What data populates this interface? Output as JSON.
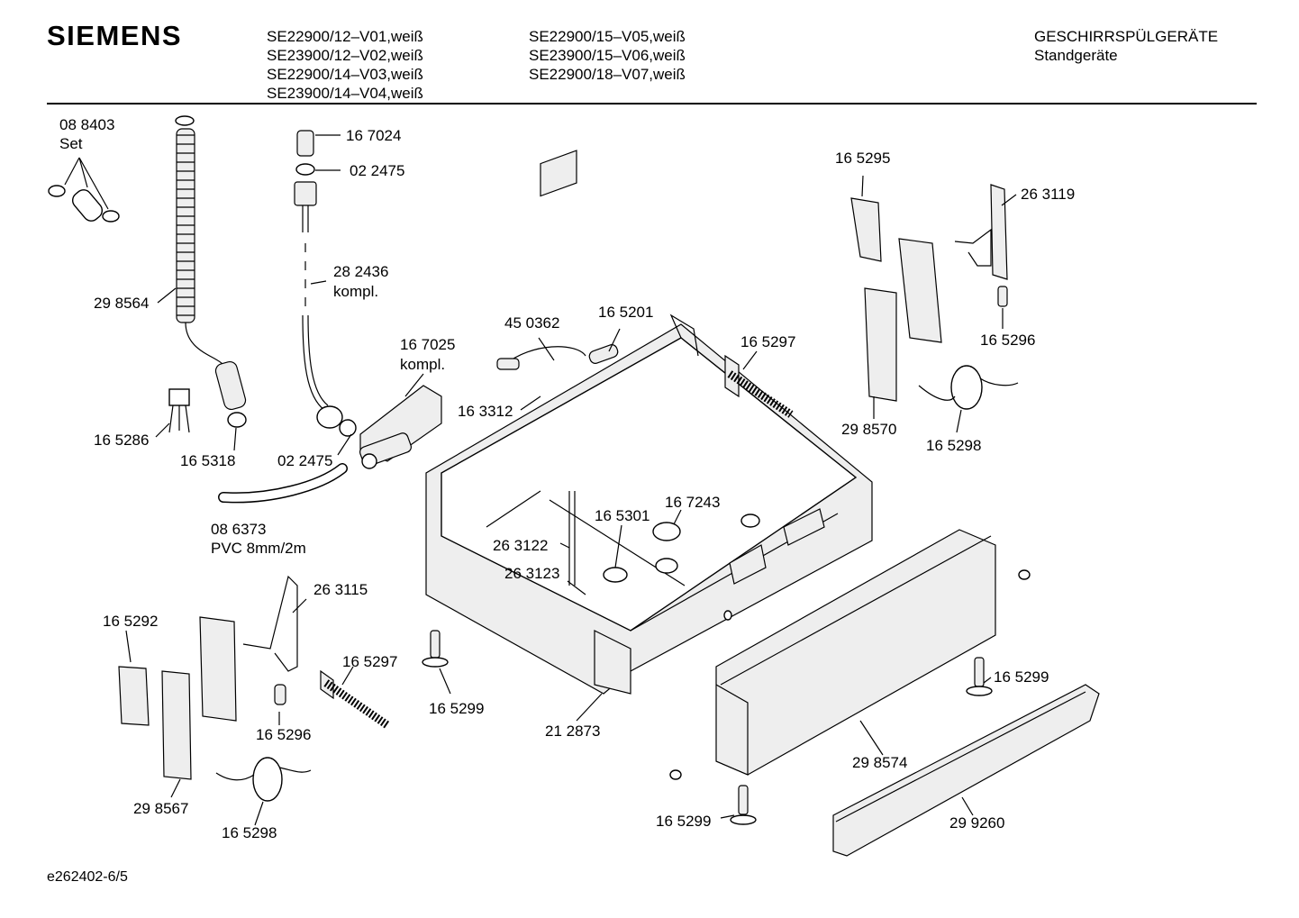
{
  "header": {
    "brand": "SIEMENS",
    "models_col1": [
      "SE22900/12–V01,weiß",
      "SE23900/12–V02,weiß",
      "SE22900/14–V03,weiß",
      "SE23900/14–V04,weiß"
    ],
    "models_col2": [
      "SE22900/15–V05,weiß",
      "SE23900/15–V06,weiß",
      "SE22900/18–V07,weiß"
    ],
    "category": "GESCHIRRSPÜLGERÄTE",
    "subcategory": "Standgeräte"
  },
  "footer": {
    "code": "e262402-6/5"
  },
  "parts": [
    {
      "id": "p_088403",
      "label": "08 8403"
    },
    {
      "id": "p_088403_set",
      "label": "Set"
    },
    {
      "id": "p_298564",
      "label": "29 8564"
    },
    {
      "id": "p_167024",
      "label": "16 7024"
    },
    {
      "id": "p_022475a",
      "label": "02 2475"
    },
    {
      "id": "p_282436",
      "label": "28 2436"
    },
    {
      "id": "p_282436_k",
      "label": "kompl."
    },
    {
      "id": "p_167025",
      "label": "16 7025"
    },
    {
      "id": "p_167025_k",
      "label": "kompl."
    },
    {
      "id": "p_450362",
      "label": "45 0362"
    },
    {
      "id": "p_165201",
      "label": "16 5201"
    },
    {
      "id": "p_163312",
      "label": "16 3312"
    },
    {
      "id": "p_165297a",
      "label": "16 5297"
    },
    {
      "id": "p_165295",
      "label": "16 5295"
    },
    {
      "id": "p_263119",
      "label": "26 3119"
    },
    {
      "id": "p_165296a",
      "label": "16 5296"
    },
    {
      "id": "p_298570",
      "label": "29 8570"
    },
    {
      "id": "p_165298a",
      "label": "16 5298"
    },
    {
      "id": "p_165286",
      "label": "16 5286"
    },
    {
      "id": "p_165318",
      "label": "16 5318"
    },
    {
      "id": "p_022475b",
      "label": "02 2475"
    },
    {
      "id": "p_086373",
      "label": "08 6373"
    },
    {
      "id": "p_086373_pvc",
      "label": "PVC 8mm/2m"
    },
    {
      "id": "p_167243",
      "label": "16 7243"
    },
    {
      "id": "p_165301",
      "label": "16 5301"
    },
    {
      "id": "p_263122",
      "label": "26 3122"
    },
    {
      "id": "p_263123",
      "label": "26 3123"
    },
    {
      "id": "p_263115",
      "label": "26 3115"
    },
    {
      "id": "p_165292",
      "label": "16 5292"
    },
    {
      "id": "p_165297b",
      "label": "16 5297"
    },
    {
      "id": "p_165296b",
      "label": "16 5296"
    },
    {
      "id": "p_165299a",
      "label": "16 5299"
    },
    {
      "id": "p_212873",
      "label": "21 2873"
    },
    {
      "id": "p_165299b",
      "label": "16 5299"
    },
    {
      "id": "p_298574",
      "label": "29 8574"
    },
    {
      "id": "p_298567",
      "label": "29 8567"
    },
    {
      "id": "p_165298b",
      "label": "16 5298"
    },
    {
      "id": "p_165299c",
      "label": "16 5299"
    },
    {
      "id": "p_299260",
      "label": "29 9260"
    }
  ]
}
